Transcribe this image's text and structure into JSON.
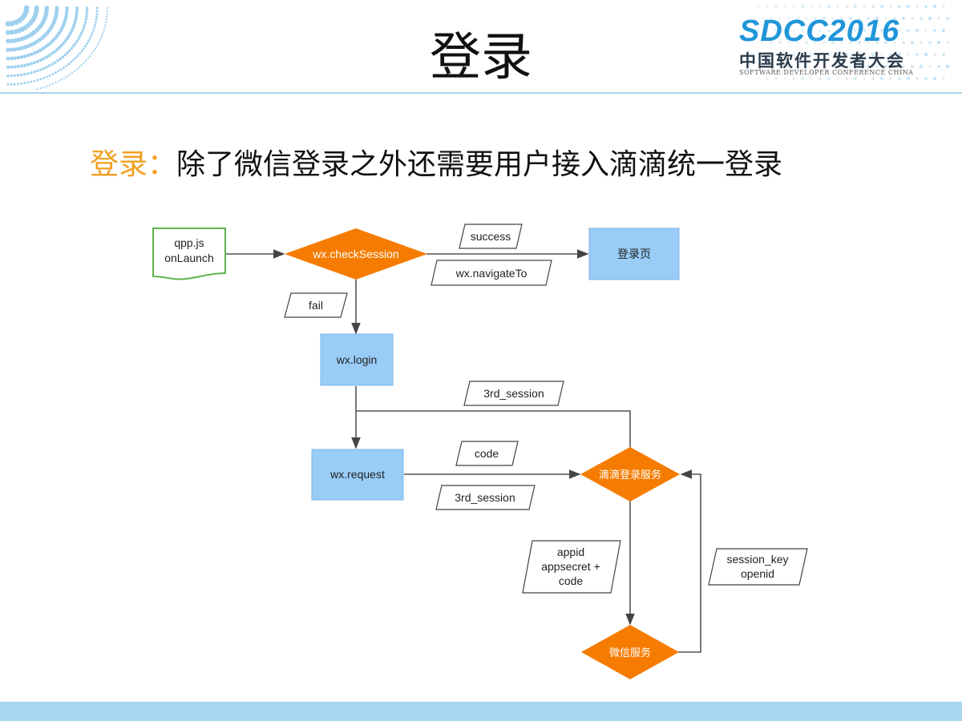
{
  "slide": {
    "title": "登录",
    "subtitle_highlight": "登录：",
    "subtitle_rest": "除了微信登录之外还需要用户接入滴滴统一登录"
  },
  "logo": {
    "main": "SDCC2016",
    "chinese": "中国软件开发者大会",
    "english": "SOFTWARE DEVELOPER CONFERENCE CHINA"
  },
  "colors": {
    "decision_orange": "#f57c00",
    "process_blue": "#99ccf7",
    "doc_green": "#5fb34b",
    "accent_blue": "#2196d9",
    "line": "#555555"
  },
  "diagram": {
    "app_doc": [
      "qpp.js",
      "onLaunch"
    ],
    "check_session": "wx.checkSession",
    "login_page": "登录页",
    "wx_login": "wx.login",
    "wx_request": "wx.request",
    "didi_service": "滴滴登录服务",
    "wechat_service": "微信服务",
    "lbl_success": "success",
    "lbl_navigate": "wx.navigateTo",
    "lbl_fail": "fail",
    "lbl_3rd_session_top": "3rd_session",
    "lbl_code": "code",
    "lbl_3rd_session_bottom": "3rd_session",
    "lbl_appid": [
      "appid",
      "appsecret +",
      "code"
    ],
    "lbl_session_key": [
      "session_key",
      "openid"
    ]
  }
}
